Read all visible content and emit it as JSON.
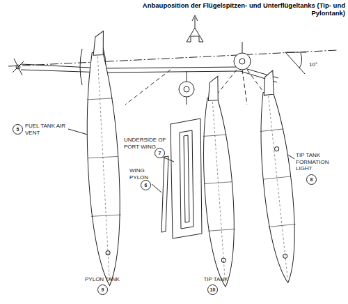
{
  "diagram": {
    "title": "Anbauposition der Flügelspitzen- und Unterflügeltanks (Tip- und Pylontank)",
    "labels": [
      "5",
      "FUEL TANK AIR VENT",
      "UNDERSIDE OF PORT WING",
      "7",
      "WING PYLON",
      "6",
      "TIP TANK FORMATION LIGHT",
      "8",
      "PYLON TANK",
      "9",
      "TIP TANK",
      "10",
      "10°"
    ]
  }
}
